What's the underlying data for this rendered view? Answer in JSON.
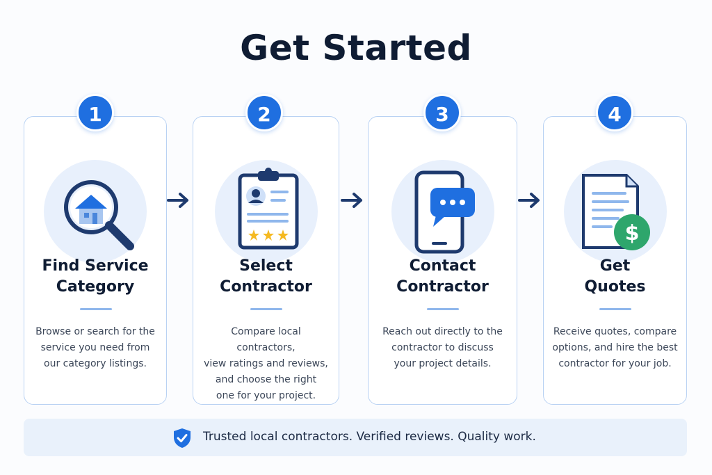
{
  "page": {
    "title": "Get Started"
  },
  "steps": [
    {
      "number": "1",
      "title_line1": "Find Service",
      "title_line2": "Category",
      "description": [
        "Browse or search for the",
        "service you need from",
        "our category listings."
      ],
      "icon": "magnifier-house-icon"
    },
    {
      "number": "2",
      "title_line1": "Select",
      "title_line2": "Contractor",
      "description": [
        "Compare local contractors,",
        "view ratings and reviews,",
        "and choose the right",
        "one for your project."
      ],
      "icon": "clipboard-profile-icon"
    },
    {
      "number": "3",
      "title_line1": "Contact",
      "title_line2": "Contractor",
      "description": [
        "Reach out directly to the",
        "contractor to discuss",
        "your project details."
      ],
      "icon": "phone-chat-icon"
    },
    {
      "number": "4",
      "title_line1": "Get",
      "title_line2": "Quotes",
      "description": [
        "Receive quotes, compare",
        "options, and hire the best",
        "contractor for your job."
      ],
      "icon": "quote-document-dollar-icon"
    }
  ],
  "footer": {
    "text": "Trusted local contractors. Verified reviews. Quality work.",
    "icon": "shield-check-icon"
  },
  "colors": {
    "accent": "#1f6fe0",
    "navy": "#1e3a6e",
    "green": "#2ea66c",
    "star": "#f5b921"
  }
}
